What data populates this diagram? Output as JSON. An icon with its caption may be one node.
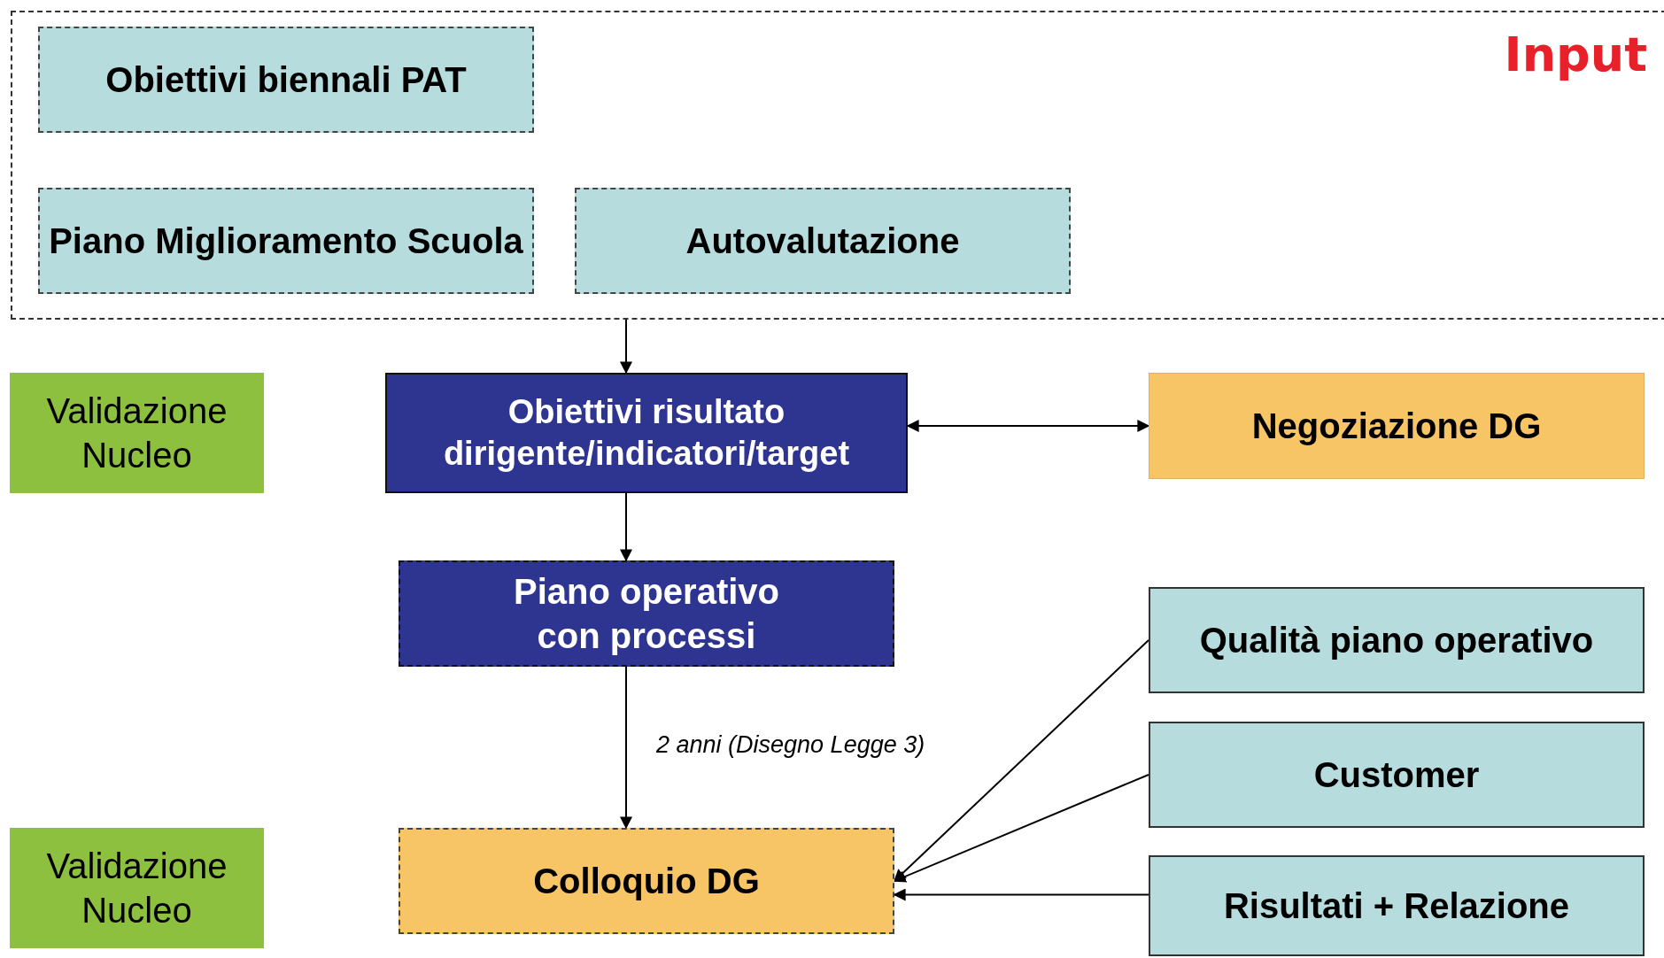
{
  "diagram": {
    "nodes": [
      {
        "text": [
          "Input"
        ]
      },
      {
        "text": [
          "Obiettivi biennali PAT"
        ],
        "in": 0
      },
      {
        "text": [
          "Piano Miglioramento Scuola"
        ],
        "in": 0
      },
      {
        "text": [
          "Autovalutazione"
        ],
        "in": 0
      },
      {
        "text": [
          "Validazione Nucleo"
        ]
      },
      {
        "text": [
          "Obiettivi risultato dirigente/indicatori/target"
        ]
      },
      {
        "text": [
          "Negoziazione DG"
        ]
      },
      {
        "text": [
          "Piano operativo con processi"
        ]
      },
      {
        "text": [
          "Qualità piano operativo"
        ]
      },
      {
        "text": [
          "Customer"
        ]
      },
      {
        "text": [
          "Validazione Nucleo"
        ]
      },
      {
        "text": [
          "Colloquio DG"
        ]
      },
      {
        "text": [
          "Risultati + Relazione"
        ]
      }
    ],
    "edges": [
      {
        "from": 0,
        "to": 5,
        "arrow": "to"
      },
      {
        "from": 5,
        "to": 6,
        "arrow": "both"
      },
      {
        "from": 5,
        "to": 7,
        "arrow": "to"
      },
      {
        "from": 7,
        "to": 11,
        "arrow": "to",
        "label": "2 anni (Disegno Legge 3)"
      },
      {
        "from": 8,
        "to": 11,
        "arrow": "to"
      },
      {
        "from": 9,
        "to": 11,
        "arrow": "to"
      },
      {
        "from": 12,
        "to": 11,
        "arrow": "to"
      }
    ]
  }
}
